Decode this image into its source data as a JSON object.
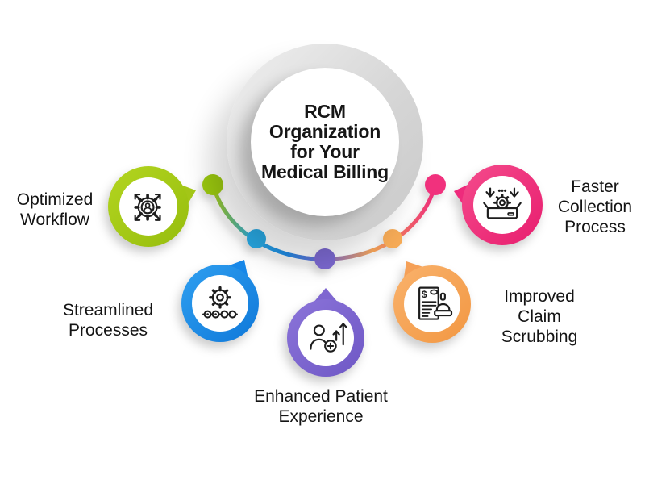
{
  "title": {
    "text": "RCM\nOrganization\nfor Your\nMedical Billing"
  },
  "center": {
    "ring_color": "#d6d6d6",
    "face_color": "#ffffff",
    "text_color": "#161616"
  },
  "nodes": [
    {
      "id": "optimized-workflow",
      "label": "Optimized\nWorkflow",
      "color": "#a3c617",
      "icon": "gear-person-arrows-icon"
    },
    {
      "id": "streamlined-processes",
      "label": "Streamlined\nProcesses",
      "color": "#1787e8",
      "icon": "gear-process-flow-icon"
    },
    {
      "id": "enhanced-patient-experience",
      "label": "Enhanced Patient\nExperience",
      "color": "#7e66d0",
      "icon": "patient-growth-icon"
    },
    {
      "id": "improved-claim-scrubbing",
      "label": "Improved\nClaim\nScrubbing",
      "color": "#f5a057",
      "icon": "claim-stamp-icon"
    },
    {
      "id": "faster-collection-process",
      "label": "Faster\nCollection\nProcess",
      "color": "#ee2b7c",
      "icon": "cash-collection-icon"
    }
  ],
  "connector": {
    "arc_gradient": [
      "#a3c617",
      "#29a9e0",
      "#1e88e0",
      "#7b68cf",
      "#f0a156",
      "#ee2b7c"
    ],
    "dots": [
      {
        "name": "dot-optimized-workflow",
        "color": "#9ac70f"
      },
      {
        "name": "dot-streamlined-processes",
        "color": "#28a7e1"
      },
      {
        "name": "dot-enhanced-patient-experience",
        "color": "#7b68cf"
      },
      {
        "name": "dot-improved-claim-scrubbing",
        "color": "#f6ab57"
      },
      {
        "name": "dot-faster-collection-process",
        "color": "#f1317d"
      }
    ]
  }
}
